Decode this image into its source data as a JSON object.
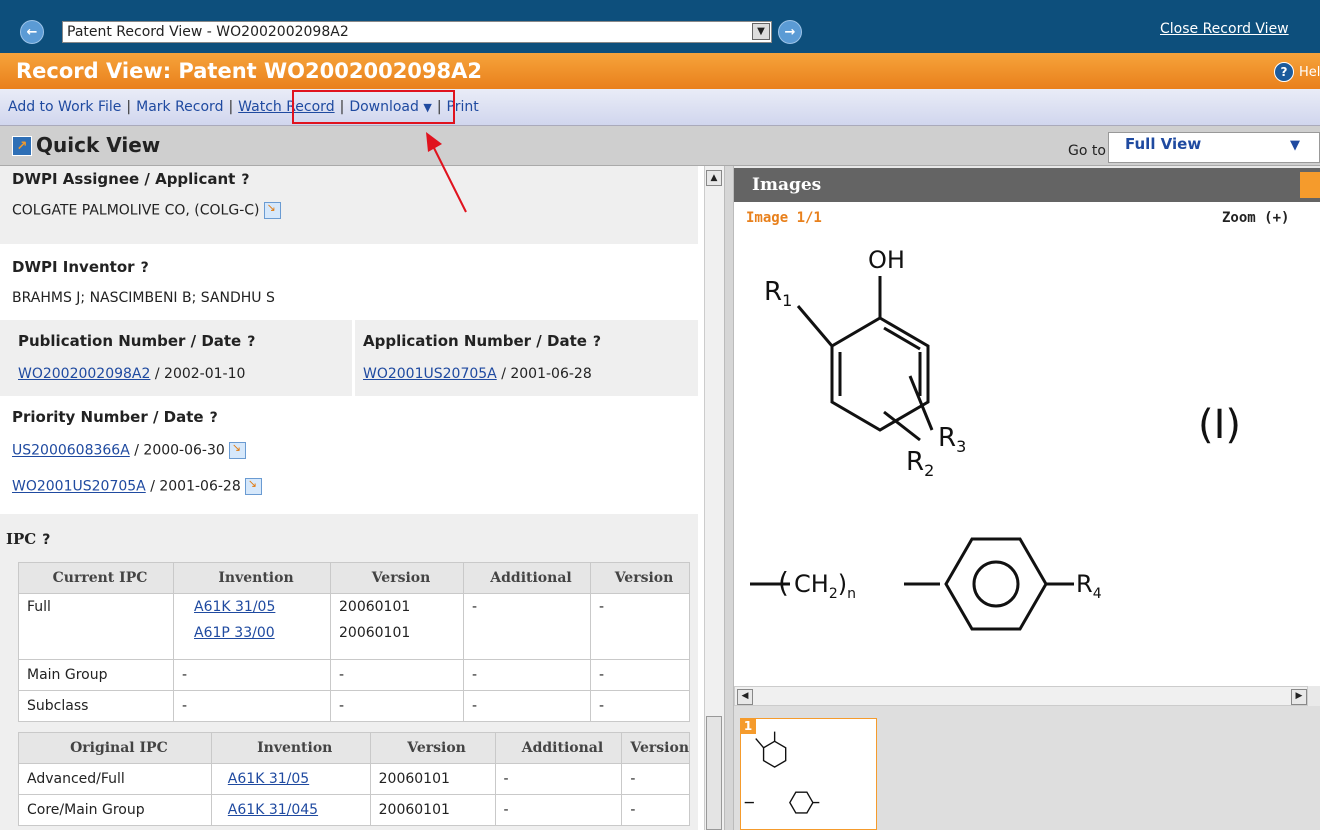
{
  "topbar": {
    "record_select_value": "Patent Record View - WO2002002098A2",
    "close_label": "Close Record View"
  },
  "title": {
    "text": "Record View: Patent WO2002002098A2",
    "help_label": "Help"
  },
  "toolbar": {
    "add": "Add to Work File",
    "mark": "Mark Record",
    "watch": "Watch Record",
    "download": "Download",
    "print": "Print",
    "sep": "|"
  },
  "quickview": {
    "title": "Quick View",
    "goto_label": "Go to",
    "goto_value": "Full View"
  },
  "fields": {
    "assignee_label": "DWPI Assignee / Applicant",
    "assignee_value": "COLGATE PALMOLIVE CO, (COLG-C)",
    "inventor_label": "DWPI Inventor",
    "inventor_value": "BRAHMS J; NASCIMBENI B; SANDHU S",
    "pub_label": "Publication Number / Date",
    "pub_number": "WO2002002098A2",
    "pub_date": " / 2002-01-10",
    "app_label": "Application Number / Date",
    "app_number": "WO2001US20705A",
    "app_date": " / 2001-06-28",
    "priority_label": "Priority Number / Date",
    "priority": [
      {
        "number": "US2000608366A",
        "date": " / 2000-06-30"
      },
      {
        "number": "WO2001US20705A",
        "date": " / 2001-06-28"
      }
    ],
    "ipc_label": "IPC",
    "qm": "?"
  },
  "ipc_current": {
    "headers": [
      "Current IPC",
      "Invention",
      "Version",
      "Additional",
      "Version"
    ],
    "rows": [
      {
        "type": "Full",
        "inv1": "A61K 31/05",
        "inv2": "A61P 33/00",
        "ver1": "20060101",
        "ver2": "20060101",
        "add": "-",
        "ver": "-"
      },
      {
        "type": "Main Group",
        "inv1": "-",
        "ver1": "-",
        "add": "-",
        "ver": "-"
      },
      {
        "type": "Subclass",
        "inv1": "-",
        "ver1": "-",
        "add": "-",
        "ver": "-"
      }
    ]
  },
  "ipc_original": {
    "headers": [
      "Original IPC",
      "Invention",
      "Version",
      "Additional",
      "Version"
    ],
    "rows": [
      {
        "type": "Advanced/Full",
        "inv": "A61K 31/05",
        "ver": "20060101",
        "add": "-",
        "ver2": "-"
      },
      {
        "type": "Core/Main Group",
        "inv": "A61K 31/045",
        "ver": "20060101",
        "add": "-",
        "ver2": "-"
      }
    ]
  },
  "images": {
    "header": "Images",
    "count": "Image 1/1",
    "zoom": "Zoom (+)",
    "thumb_number": "1",
    "structure": {
      "oh": "OH",
      "r1": "R",
      "r1_sub": "1",
      "r2": "R",
      "r2_sub": "2",
      "r3": "R",
      "r3_sub": "3",
      "formula": "(I)",
      "ch2": "CH",
      "ch2_sub": "2",
      "n": "n",
      "r4": "R",
      "r4_sub": "4"
    }
  }
}
